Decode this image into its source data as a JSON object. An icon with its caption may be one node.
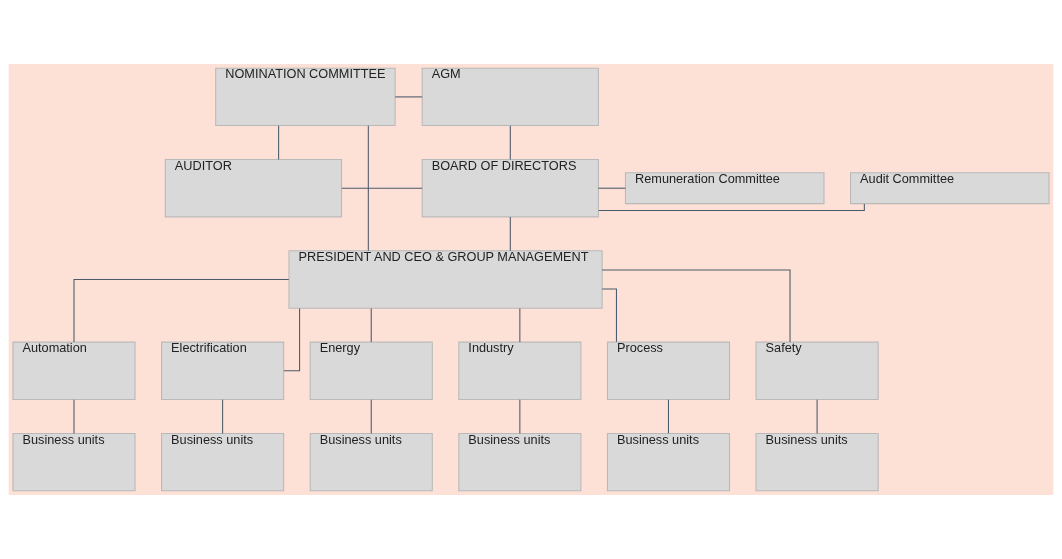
{
  "diagram": {
    "nodes": [
      {
        "text": [
          "NOMINATION COMMITTEE"
        ]
      },
      {
        "text": [
          "AGM"
        ]
      },
      {
        "text": [
          "AUDITOR"
        ]
      },
      {
        "text": [
          "BOARD OF DIRECTORS"
        ]
      },
      {
        "text": [
          "Remuneration Committee"
        ]
      },
      {
        "text": [
          "Audit Committee"
        ]
      },
      {
        "text": [
          "PRESIDENT AND CEO & GROUP MANAGEMENT"
        ]
      },
      {
        "text": [
          "Automation"
        ]
      },
      {
        "text": [
          "Electrification"
        ]
      },
      {
        "text": [
          "Energy"
        ]
      },
      {
        "text": [
          "Industry"
        ]
      },
      {
        "text": [
          "Process"
        ]
      },
      {
        "text": [
          "Safety"
        ]
      },
      {
        "text": [
          "Business units"
        ]
      },
      {
        "text": [
          "Business units"
        ]
      },
      {
        "text": [
          "Business units"
        ]
      },
      {
        "text": [
          "Business units"
        ]
      },
      {
        "text": [
          "Business units"
        ]
      },
      {
        "text": [
          "Business units"
        ]
      }
    ],
    "edges": [
      {
        "from": 0,
        "to": 1,
        "arrow": "none"
      },
      {
        "from": 0,
        "to": 2,
        "arrow": "none"
      },
      {
        "from": 2,
        "to": 3,
        "arrow": "none"
      },
      {
        "from": 0,
        "to": 6,
        "arrow": "none"
      },
      {
        "from": 1,
        "to": 3,
        "arrow": "none"
      },
      {
        "from": 3,
        "to": 4,
        "arrow": "none"
      },
      {
        "from": 3,
        "to": 5,
        "arrow": "none"
      },
      {
        "from": 3,
        "to": 6,
        "arrow": "none"
      },
      {
        "from": 6,
        "to": 7,
        "arrow": "none"
      },
      {
        "from": 6,
        "to": 8,
        "arrow": "none"
      },
      {
        "from": 6,
        "to": 9,
        "arrow": "none"
      },
      {
        "from": 6,
        "to": 10,
        "arrow": "none"
      },
      {
        "from": 6,
        "to": 11,
        "arrow": "none"
      },
      {
        "from": 6,
        "to": 12,
        "arrow": "none"
      },
      {
        "from": 7,
        "to": 13,
        "arrow": "none"
      },
      {
        "from": 8,
        "to": 14,
        "arrow": "none"
      },
      {
        "from": 9,
        "to": 15,
        "arrow": "none"
      },
      {
        "from": 10,
        "to": 16,
        "arrow": "none"
      },
      {
        "from": 11,
        "to": 17,
        "arrow": "none"
      },
      {
        "from": 12,
        "to": 18,
        "arrow": "none"
      }
    ]
  }
}
